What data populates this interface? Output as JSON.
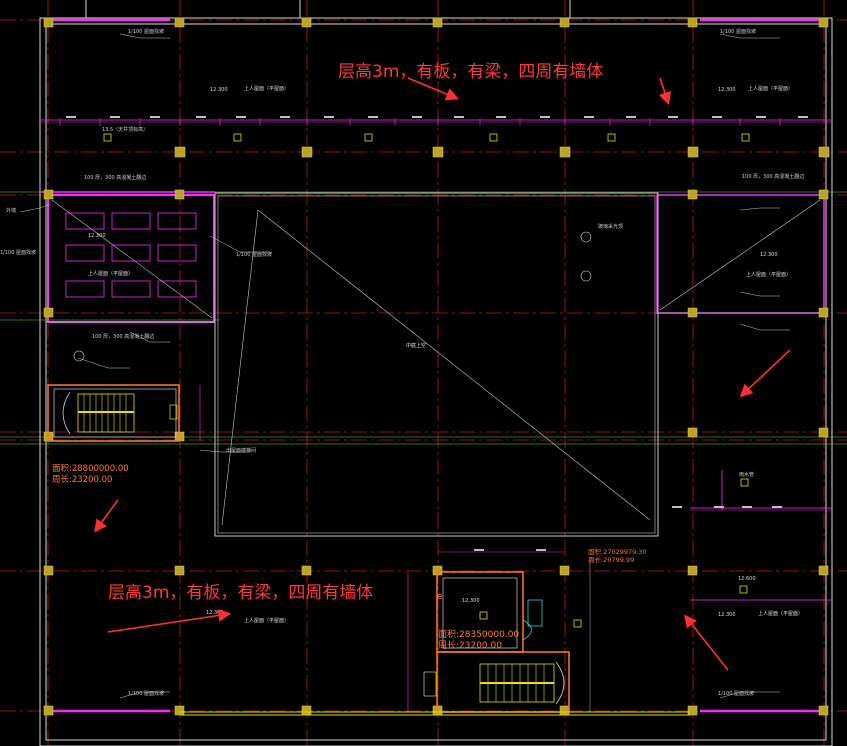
{
  "annotations": {
    "top_note": "层高3m，有板，有梁，四周有墙体",
    "bottom_note": "层高3m，有板，有梁，四周有墙体",
    "bottom_note_suffix": "e"
  },
  "area_readouts": {
    "left": {
      "area": "面积:28800000.00",
      "perimeter": "周长:23200.00"
    },
    "center": {
      "area": "面积:28350000.00",
      "perimeter": "周长:23200.00"
    },
    "right": {
      "area": "面积:27029979.30",
      "perimeter": "周长:20799.99"
    }
  },
  "room_labels": {
    "center_hall": "中庭上空",
    "roof_top_left": "上人屋面（平屋面）",
    "roof_top_right": "上人屋面（平屋面）",
    "roof_left_wing": "上人屋面（平屋面）",
    "roof_right_wing": "上人屋面（平屋面）",
    "roof_bottom_left": "上人屋面（平屋面）",
    "roof_bottom_right": "上人屋面（平屋面）"
  },
  "elevations": {
    "e1": "12.300",
    "e2": "12.300",
    "e3": "12.300",
    "e4": "12.300",
    "e5": "12.300",
    "e6": "12.300",
    "e7": "12.300",
    "e8": "12.600"
  },
  "roof_notes": {
    "n1": "1/100 屋面找坡",
    "n2": "1/100 屋面找坡",
    "n3": "1/100 屋面找坡",
    "n4": "1/100 屋面找坡",
    "n5": "1/100 屋面找坡",
    "n6": "1/100 屋面找坡",
    "n7": "100 厚，300 高混凝土翻边",
    "n8": "100 厚，300 高混凝土翻边",
    "n9": "100 厚，300 高混凝土翻边",
    "n10": "13.5（天井顶标高）",
    "n11": "外墙",
    "n12": "玻璃采光顶",
    "n13": "雨水管",
    "n14": "出屋面楼梯间"
  }
}
